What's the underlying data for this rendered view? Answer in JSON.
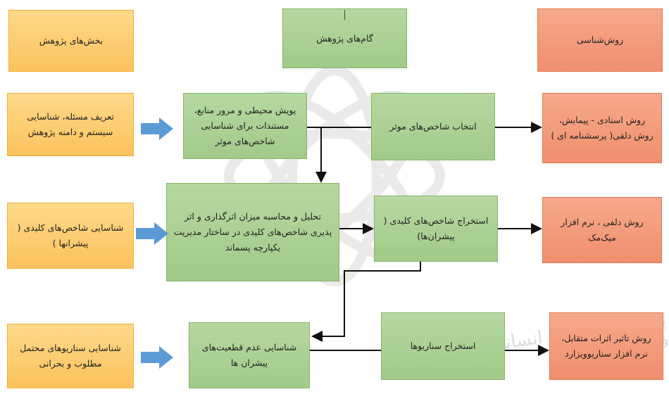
{
  "headers": {
    "sections": "بخش‌های پژوهش",
    "steps": "گام‌های پژوهش",
    "methodology": "روش‌شناسی"
  },
  "sections": [
    "تعریف مسئله، شناسایی سیستم و دامنه پژوهش",
    "شناسایی شاخص‌های کلیدی ( پیشرانها )",
    "شناسایی سناریوهای محتمل مطلوب و بحرانی"
  ],
  "steps_left": [
    "پویش محیطی و مرور منابع، مستندات برای شناسایی شاخص‌های موثر",
    "تحلیل و محاسبه میزان اثرگذاری و اثر پذیری شاخص‌های کلیدی در ساختار مدیریت یکپارچه پسماند",
    "شناسایی عدم قطعیت‌های پیشران ها"
  ],
  "steps_right": [
    "انتخاب شاخص‌های موثر",
    "استخراج شاخص‌های کلیدی ( پیشران‌ها)",
    "استخراج سناریوها"
  ],
  "methods": [
    "روش اسنادی - پیمایش، روش دلفی( پرسشنامه ای )",
    "روش دلفی ، نرم افزار میک‌مک",
    "روش تاثیر اثرات متقابل، نرم افزار سناریوویزارد"
  ],
  "watermark": "پژوهشگاه علوم انسانی و مطالعات فرهنگی",
  "colors": {
    "yellow": "#fbc35c",
    "green": "#a2ca89",
    "salmon": "#f08f6d",
    "blue_arrow": "#5b9bd5",
    "connector": "#111111"
  }
}
